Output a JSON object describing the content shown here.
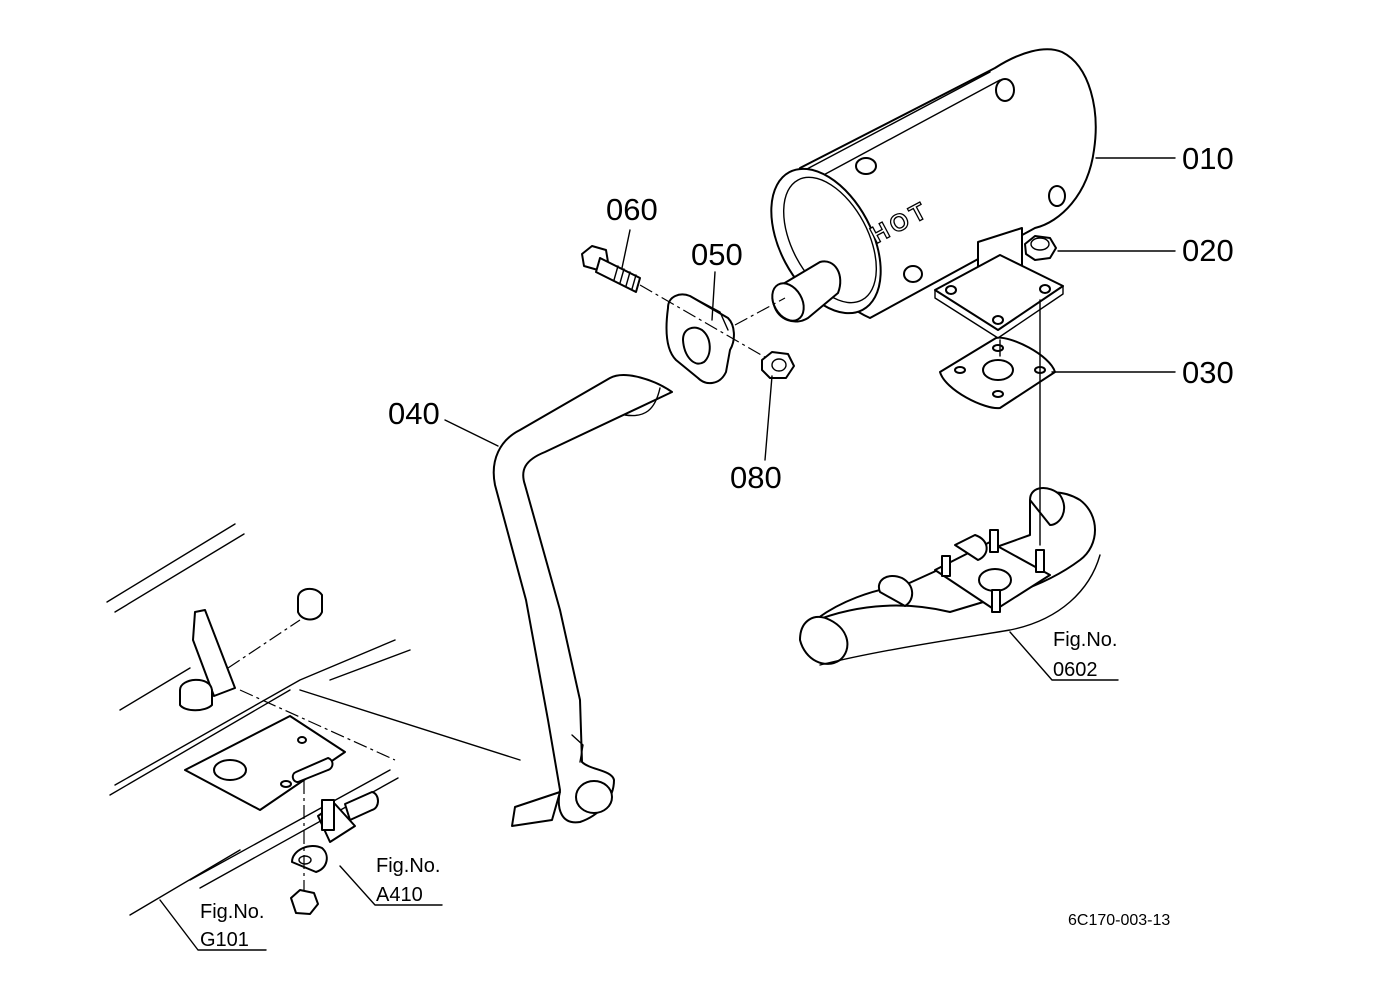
{
  "callouts": [
    {
      "id": "010",
      "part": "muffler"
    },
    {
      "id": "020",
      "part": "flange-nut"
    },
    {
      "id": "030",
      "part": "gasket"
    },
    {
      "id": "040",
      "part": "exhaust-pipe"
    },
    {
      "id": "050",
      "part": "pipe-clamp"
    },
    {
      "id": "060",
      "part": "clamp-bolt"
    },
    {
      "id": "080",
      "part": "clamp-nut"
    }
  ],
  "figure_refs": [
    {
      "label": "Fig.No.",
      "number": "0602"
    },
    {
      "label": "Fig.No.",
      "number": "A410"
    },
    {
      "label": "Fig.No.",
      "number": "G101"
    }
  ],
  "muffler_marking": "HOT",
  "drawing_code": "6C170-003-13"
}
